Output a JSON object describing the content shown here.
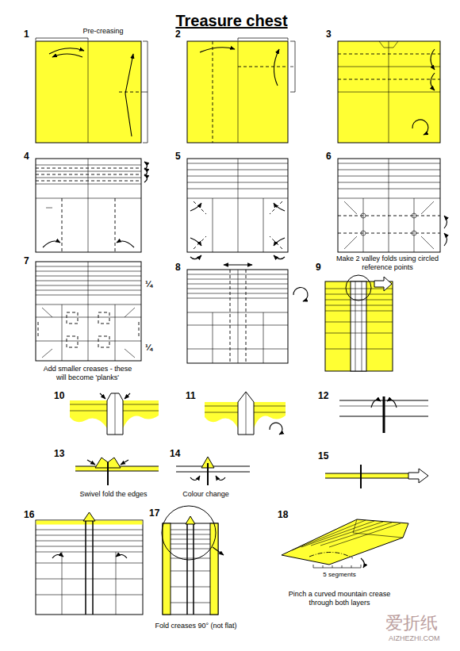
{
  "diagram": {
    "title": "Treasure chest",
    "labels": [
      "Pre-creasing",
      "1",
      "2",
      "3",
      "4",
      "5",
      "6",
      "Make 2 valley folds using circled reference points",
      "7",
      "¼",
      "¼",
      "Add smaller creases - these will become 'planks'",
      "8",
      "9",
      "10",
      "11",
      "12",
      "13",
      "Swivel fold the edges",
      "14",
      "Colour change",
      "15",
      "16",
      "17",
      "Fold creases 90° (not flat)",
      "18",
      "5 segments",
      "Pinch a curved mountain crease through both layers",
      "爱折纸",
      "AIZHEZHI.COM"
    ]
  }
}
